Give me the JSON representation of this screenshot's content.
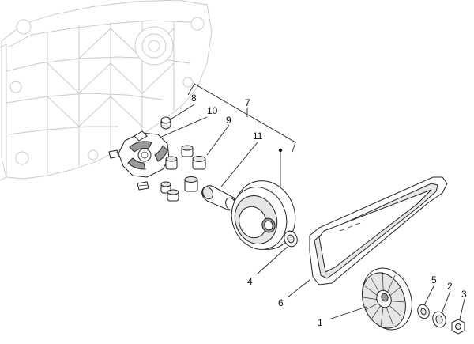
{
  "callouts": {
    "c1": "1",
    "c2": "2",
    "c3": "3",
    "c4": "4",
    "c5": "5",
    "c6": "6",
    "c7": "7",
    "c8": "8",
    "c9": "9",
    "c10": "10",
    "c11": "11"
  },
  "colors": {
    "line": "#222222",
    "ghost": "#c8c8c8",
    "fill_light": "#e6e6e6",
    "fill_dark": "#9a9a9a"
  }
}
